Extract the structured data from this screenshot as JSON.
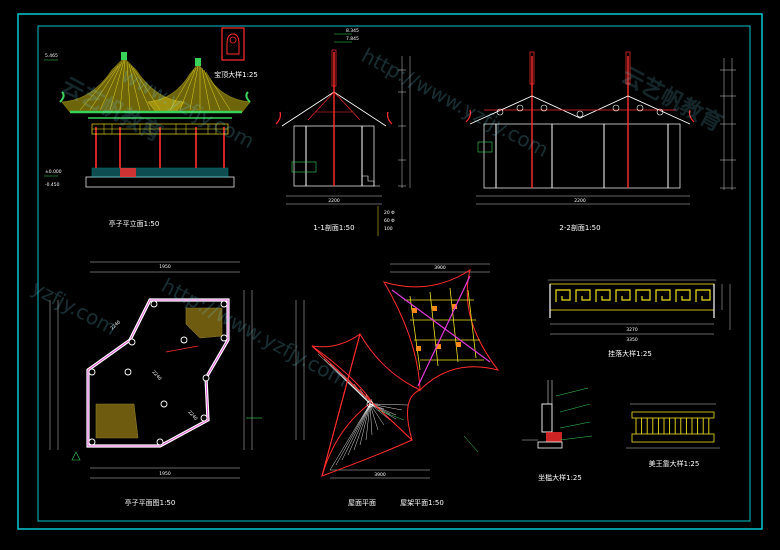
{
  "labels": {
    "elevation": "亭子平立面1:50",
    "section1": "1-1剖面1:50",
    "section2": "2-2剖面1:50",
    "floor_plan": "亭子平面图1:50",
    "roof_plan": "屋面平面",
    "beam_plan": "屋架平面1:50",
    "finial": "宝顶大样1:25",
    "lattice": "挂落大样1:25",
    "bench": "坐槛大样1:25",
    "railing": "美王靠大样1:25"
  },
  "dimensions": {
    "lattice_inner": "3270",
    "lattice_total": "3350",
    "plan_diag_1": "2240",
    "plan_diag_2": "2240",
    "plan_diag_3": "2240",
    "plan_top": "1950",
    "plan_bottom": "1950",
    "roof_top": "3900",
    "roof_bottom": "3900",
    "section_top": "2200",
    "section2_top": "2200"
  },
  "watermarks": [
    "www.yzfjy.com",
    "http://www.yzfjy.com",
    "云艺帆教育",
    "yzfjy.com",
    "云艺帆教育",
    "http://www.yzfjy.com"
  ],
  "colors": {
    "background": "#000000",
    "frame": "#00d6e0",
    "roof": "#f0e020",
    "eave": "#39d35a",
    "column": "#ff2d2d",
    "plan_wall": "#e23bd6",
    "dimension": "#ffffff",
    "hatch": "#ffe45a"
  }
}
